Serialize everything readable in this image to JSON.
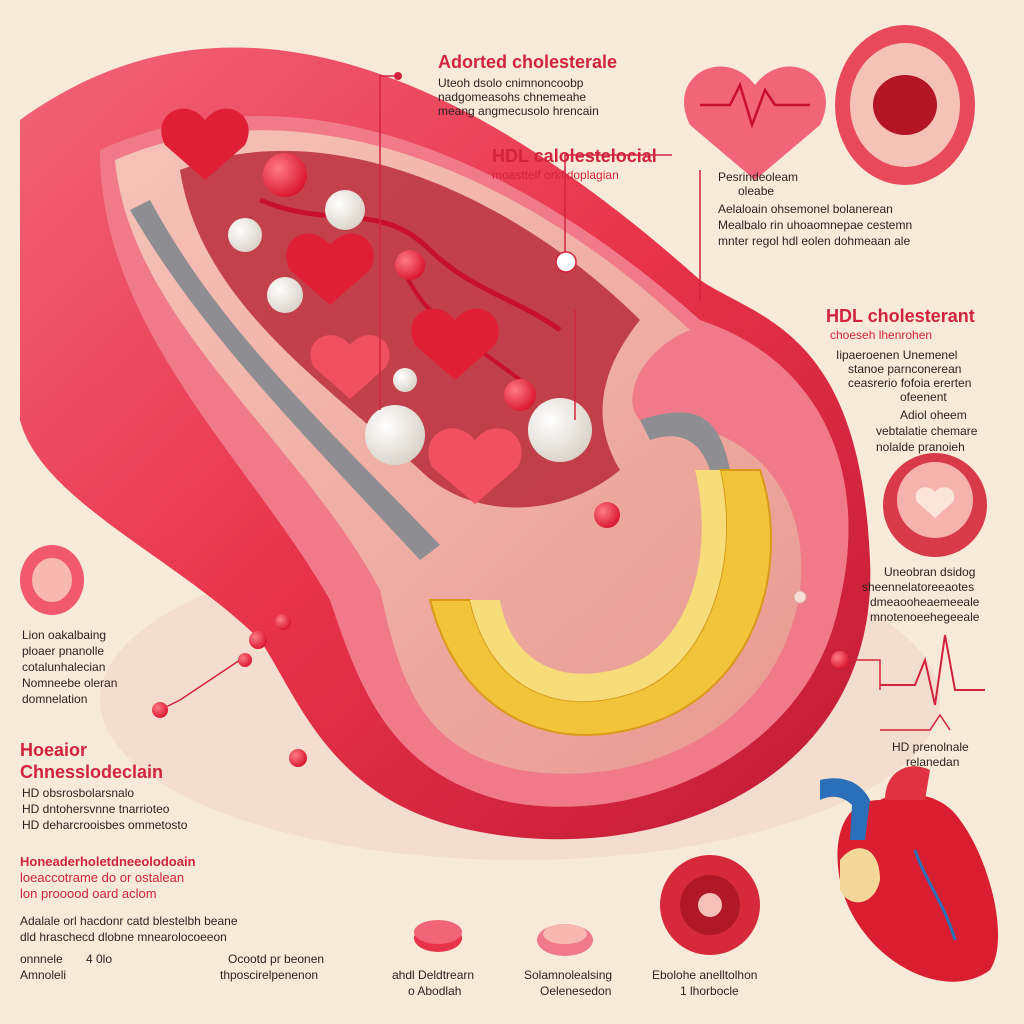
{
  "colors": {
    "background": "#f7ead8",
    "artery_red": "#e8334a",
    "artery_pink": "#f07a8a",
    "plaque_yellow": "#f2c43a",
    "hdl_white": "#f3efe8",
    "label_red": "#d2233c",
    "text_dark": "#2b1e1e"
  },
  "labels": {
    "top_title": "Adorted cholesterale",
    "top_line1": "Uteoh dsolo cnimnoncoobp",
    "top_line2": "nadgomeasohs chnemeahe",
    "top_line3": "meang angmecusolo hrencain",
    "hdl_title": "HDL calolestelocial",
    "hdl_sub": "moasttelf orkfidoplagian",
    "right_top_line1": "Pesrindeoleam",
    "right_top_line2": "oleabe",
    "right_top_line3": "Aelaloain ohsemonel bolanerean",
    "right_top_line4": "Mealbalo rin uhoaomnepae cestemn",
    "right_top_line5": "mnter regol hdl eolen dohmeaan ale",
    "right_hdl_title": "HDL cholesterant",
    "right_hdl_sub": "choeseh lhenrohen",
    "right_mid_line1": "Iipaeroenen Unemenel",
    "right_mid_line2": "stanoe parnconerean",
    "right_mid_line3": "ceasrerio fofoia ererten",
    "right_mid_line4": "ofeenent",
    "right_mid_line5": "Adiol oheem",
    "right_mid_line6": "vebtalatie chemare",
    "right_mid_line7": "nolalde pranoieh",
    "right_low_line1": "Uneobran dsidog",
    "right_low_line2": "sheennelatoreeaotes",
    "right_low_line3": "dmeaooheaemeeale",
    "right_low_line4": "mnotenoeehegeeale",
    "ecg_label_line1": "HD prenolnale",
    "ecg_label_line2": "relanedan",
    "left_line1": "Lion oakalbaing",
    "left_line2": "ploaer pnanolle",
    "left_line3": "cotalunhalecian",
    "left_line4": "Nomneebe oleran",
    "left_line5": "domnelation",
    "left_red_title1": "Hoeaior",
    "left_red_title2": "Chnesslodeclain",
    "left_hdl_line1": "HD obsrosbolarsnalo",
    "left_hdl_line2": "HD dntohersvnne tnarrioteo",
    "left_hdl_line3": "HD deharcrooisbes ommetosto",
    "bottom_red_title": "Honeaderholetdneeolodoain",
    "bottom_red_line2": "loeaccotrame do or ostalean",
    "bottom_red_line3": "lon prooood oard aclom",
    "bottom_line1": "Adalale orl hacdonr catd blestelbh beane",
    "bottom_line2": "dld hraschecd dlobne mnearolocoeeon",
    "corner_line1": "onnnele",
    "corner_num": "4 0lo",
    "corner_line2": "Amnoleli",
    "cap1_line1": "Ocootd pr beonen",
    "cap1_line2": "thposcirelpenenon",
    "cap2_line1": "ahdl Deldtrearn",
    "cap2_line2": "o Abodlah",
    "cap3_line1": "Solamnolealsing",
    "cap3_line2": "Oelenesedon",
    "cap4_line1": "Ebolohe anelltolhon",
    "cap4_line2": "1 lhorbocle"
  }
}
